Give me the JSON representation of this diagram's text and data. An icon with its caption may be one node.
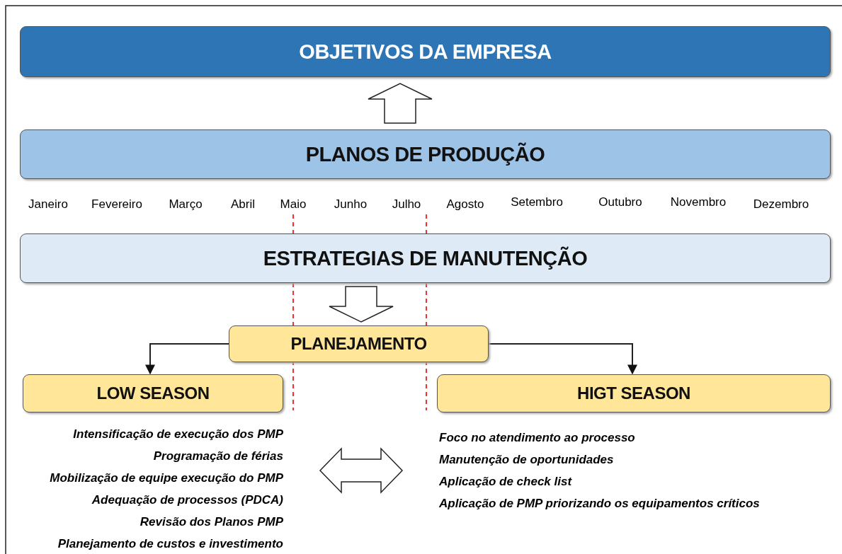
{
  "diagram": {
    "nodes": [
      {
        "text": [
          "OBJETIVOS DA EMPRESA"
        ]
      },
      {
        "text": [
          "PLANOS DE PRODUÇÃO"
        ]
      },
      {
        "text": [
          "ESTRATEGIAS DE MANUTENÇÃO"
        ]
      },
      {
        "text": [
          "PLANEJAMENTO"
        ]
      },
      {
        "text": [
          "LOW SEASON"
        ]
      },
      {
        "text": [
          "HIGT SEASON"
        ]
      },
      {
        "text": [
          "Intensificação de execução dos PMP",
          "Programação de férias",
          "Mobilização de equipe execução do PMP",
          "Adequação de processos (PDCA)",
          "Revisão dos Planos PMP",
          "Planejamento de custos e investimento"
        ]
      },
      {
        "text": [
          "Foco no atendimento ao processo",
          "Manutenção de oportunidades",
          "Aplicação de check list",
          "Aplicação de PMP priorizando os equipamentos críticos"
        ]
      }
    ],
    "edges": [
      {
        "from": 1,
        "to": 0,
        "arrow": "to",
        "style": "thick"
      },
      {
        "from": 2,
        "to": 3,
        "arrow": "to",
        "style": "thick"
      },
      {
        "from": 3,
        "to": 4,
        "arrow": "to"
      },
      {
        "from": 3,
        "to": 5,
        "arrow": "to"
      },
      {
        "from": 6,
        "to": 7,
        "arrow": "both",
        "style": "thick"
      }
    ],
    "labels": [
      "Janeiro",
      "Fevereiro",
      "Março",
      "Abril",
      "Maio",
      "Junho",
      "Julho",
      "Agosto",
      "Setembro",
      "Outubro",
      "Novembro",
      "Dezembro"
    ]
  }
}
